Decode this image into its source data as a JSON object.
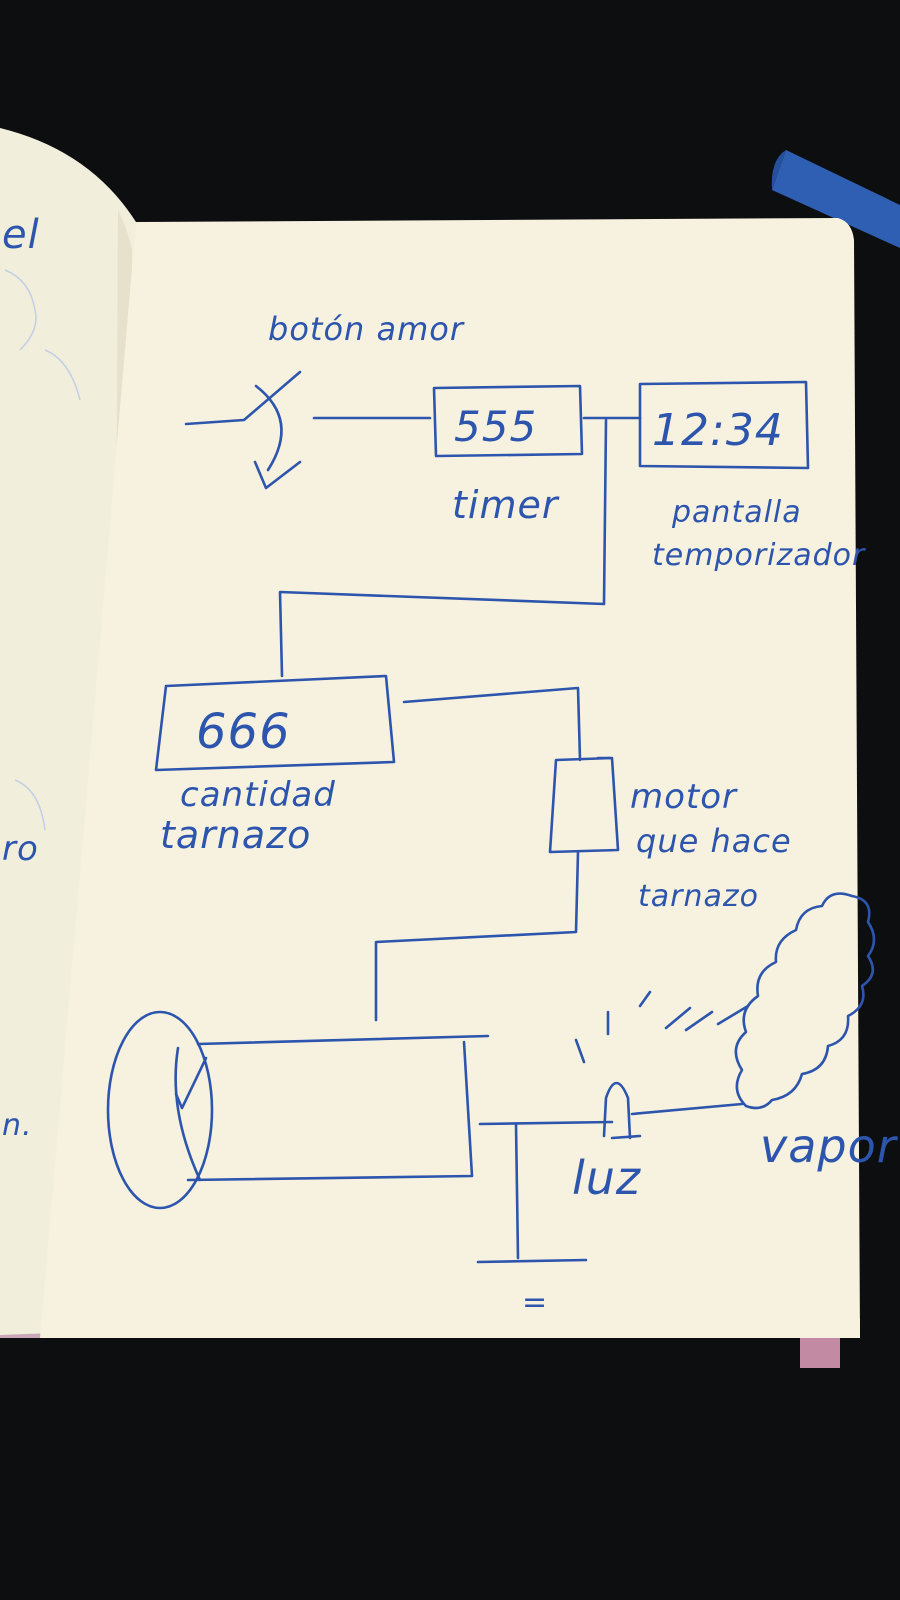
{
  "sketch": {
    "button_label": "botón amor",
    "timer_display": "555",
    "timer_label": "timer",
    "clock_display": "12:34",
    "clock_label_line1": "pantalla",
    "clock_label_line2": "temporizador",
    "counter_display": "666",
    "counter_label_line1": "cantidad",
    "counter_label_line2": "tarnazo",
    "motor_label_line1": "motor",
    "motor_label_line2": "que hace",
    "motor_label_line3": "tarnazo",
    "light_label": "luz",
    "steam_label": "vapor",
    "ground_mark": "="
  },
  "left_page_fragments": {
    "top": "el",
    "middle": "ro",
    "lower": "n."
  },
  "colors": {
    "ink": "#2d55ad",
    "paper": "#f6f2df",
    "background": "#0d0e10",
    "marker": "#2f5fb3"
  }
}
